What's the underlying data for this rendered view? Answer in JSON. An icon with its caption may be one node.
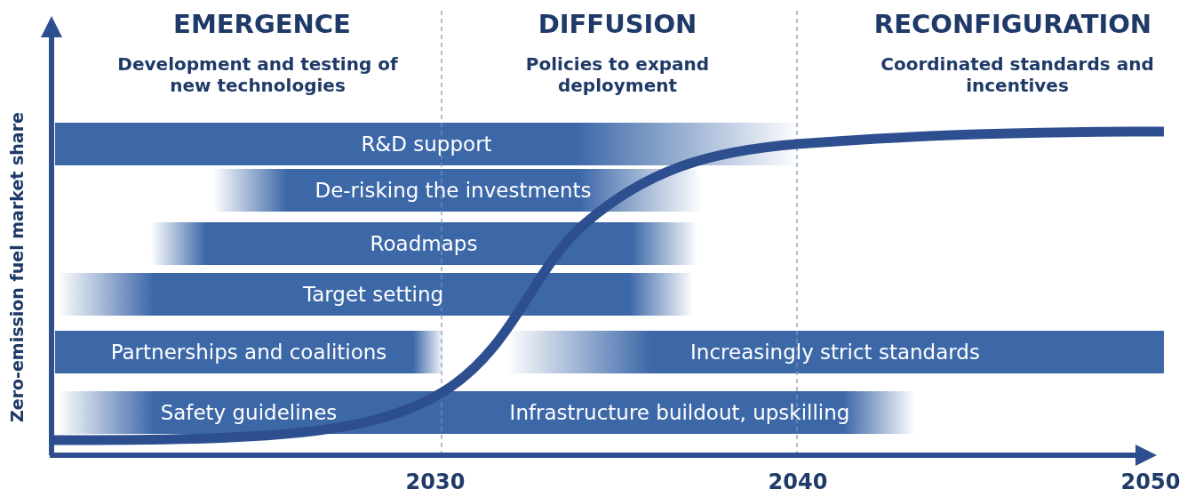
{
  "diagram": {
    "nodes": [
      {
        "text": [
          "R&D support"
        ]
      },
      {
        "text": [
          "De-risking the investments"
        ]
      },
      {
        "text": [
          "Roadmaps"
        ]
      },
      {
        "text": [
          "Target setting"
        ]
      },
      {
        "text": [
          "Partnerships and coalitions"
        ]
      },
      {
        "text": [
          "Increasingly strict standards"
        ]
      },
      {
        "text": [
          "Safety guidelines"
        ]
      },
      {
        "text": [
          "Infrastructure buildout, upskilling"
        ]
      }
    ],
    "labels": [
      "EMERGENCE",
      "DIFFUSION",
      "RECONFIGURATION",
      "Development and testing of new technologies",
      "Policies to expand deployment",
      "Coordinated standards and incentives",
      "Zero-emission fuel market share",
      "2030",
      "2040",
      "2050"
    ]
  }
}
